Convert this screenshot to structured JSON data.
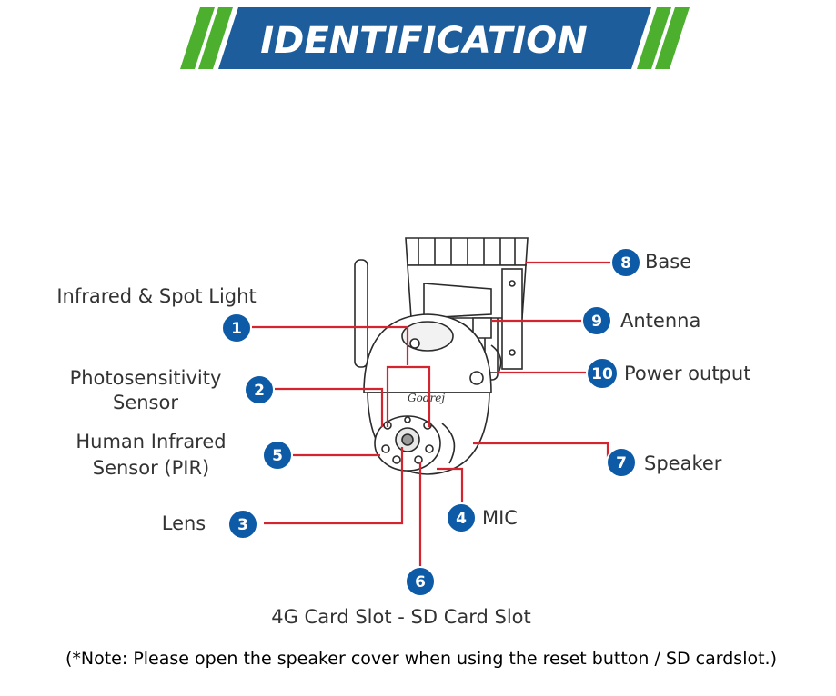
{
  "title": "IDENTIFICATION",
  "colors": {
    "banner_blue": "#1d5d9c",
    "banner_green": "#4caf2e",
    "leader_red": "#d3242f",
    "badge_blue": "#0d5aa7"
  },
  "camera": {
    "brand_mark": "Godrej"
  },
  "callouts": [
    {
      "num": "1",
      "label_lines": [
        "Infrared & Spot Light"
      ]
    },
    {
      "num": "2",
      "label_lines": [
        "Photosensitivity",
        "Sensor"
      ]
    },
    {
      "num": "3",
      "label_lines": [
        "Lens"
      ]
    },
    {
      "num": "4",
      "label_lines": [
        "MIC"
      ]
    },
    {
      "num": "5",
      "label_lines": [
        "Human Infrared",
        "Sensor (PIR)"
      ]
    },
    {
      "num": "6",
      "label_lines": [
        "4G Card Slot - SD Card Slot"
      ]
    },
    {
      "num": "7",
      "label_lines": [
        "Speaker"
      ]
    },
    {
      "num": "8",
      "label_lines": [
        "Base"
      ]
    },
    {
      "num": "9",
      "label_lines": [
        "Antenna"
      ]
    },
    {
      "num": "10",
      "label_lines": [
        "Power output"
      ]
    }
  ],
  "note": "(*Note: Please open the speaker cover when using the reset button / SD cardslot.)"
}
